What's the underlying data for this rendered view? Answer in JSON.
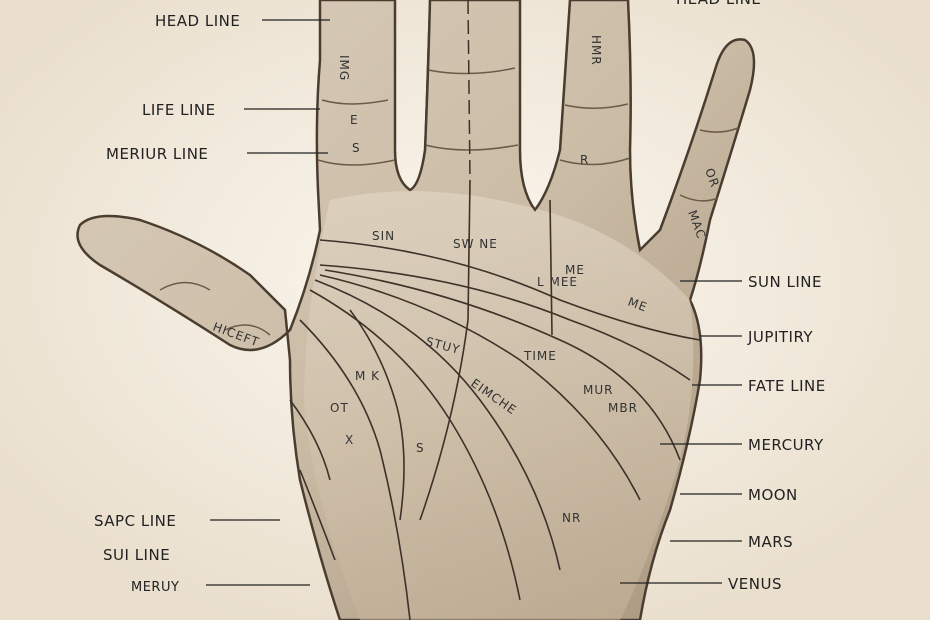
{
  "labels_left": [
    {
      "id": "head-line-left",
      "text": "HEAD LINE"
    },
    {
      "id": "life-line",
      "text": "LIFE LINE"
    },
    {
      "id": "meriur-line",
      "text": "MERIUR LINE"
    },
    {
      "id": "sapc-line",
      "text": "SAPC LINE"
    },
    {
      "id": "sui-line",
      "text": "SUI LINE"
    },
    {
      "id": "meruy",
      "text": "MERUY"
    }
  ],
  "labels_right": [
    {
      "id": "head-line-right",
      "text": "HEAD LINE"
    },
    {
      "id": "sun-line",
      "text": "SUN LINE"
    },
    {
      "id": "jupitiry",
      "text": "JUPITIRY"
    },
    {
      "id": "fate-line",
      "text": "FATE LINE"
    },
    {
      "id": "mercury",
      "text": "MERCURY"
    },
    {
      "id": "moon",
      "text": "MOON"
    },
    {
      "id": "mars",
      "text": "MARS"
    },
    {
      "id": "venus",
      "text": "VENUS"
    }
  ],
  "palm_text": {
    "f1": "IMG",
    "f2": "E",
    "f3": "S",
    "f4": "HMR",
    "f5": "R",
    "f6": "OR",
    "f7": "MAC",
    "sin": "SIN",
    "swne": "SW NE",
    "lmee": "L MEE",
    "me": "ME",
    "me2": "ME",
    "hicet": "HICEFT",
    "mk": "M K",
    "stuy": "STUY",
    "time": "TIME",
    "mur": "MUR",
    "mbr": "MBR",
    "eimche": "EIMCHE",
    "s": "S",
    "nr": "NR",
    "dot": "OT",
    "xx": "X"
  }
}
